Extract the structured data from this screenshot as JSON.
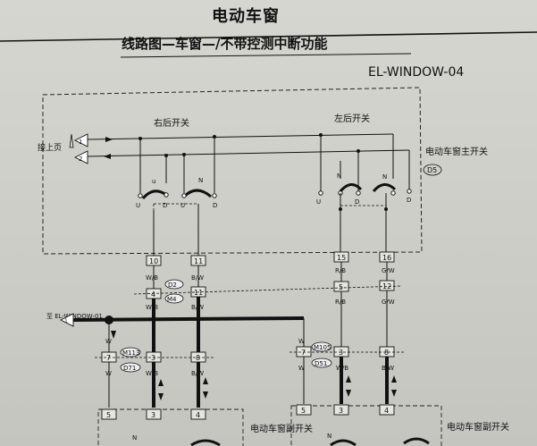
{
  "header": {
    "title": "电动车窗",
    "subtitle": "线路图—车窗—/不带控测中断功能",
    "code": "EL-WINDOW-04"
  },
  "labels": {
    "rr_switch": "右后开关",
    "rl_switch": "左后开关",
    "main_switch": "电动车窗主开关",
    "main_code": "D5",
    "connect_top": "接上页",
    "to_ref": "至 EL-WINDOW-01",
    "sub_sw_r": "电动车窗副开关",
    "sub_sw_l": "电动车窗副开关",
    "conn_d2": "D2",
    "conn_m4": "M4",
    "conn_m113": "M113",
    "conn_d71": "D71",
    "conn_m105": "M105",
    "conn_d51": "D51"
  },
  "pins": {
    "p10": "10",
    "p11": "11",
    "p15": "15",
    "p16": "16",
    "p4": "4",
    "p11b": "11",
    "p5": "5",
    "p12": "12",
    "p7": "7",
    "p3": "3",
    "p8": "8",
    "p7b": "7",
    "p3b": "3",
    "p8b": "8",
    "p5c": "5",
    "p3c": "3",
    "p4c": "4",
    "p5d": "5",
    "p3d": "3",
    "p4d": "4"
  },
  "wires": {
    "wb1": "W/B",
    "bw1": "B/W",
    "rb1": "R/B",
    "gw1": "G/W",
    "wb2": "W/B",
    "bw2": "B/W",
    "rb2": "R/B",
    "gw2": "G/W",
    "w1": "W",
    "w2": "W",
    "w3": "W",
    "wb3": "W/B",
    "bw3": "B/W",
    "w4": "W",
    "w5": "W",
    "wb4": "W/B",
    "bw4": "B/W"
  },
  "switch": {
    "n1": "N",
    "n2": "N",
    "n3": "N",
    "u1": "U",
    "u2": "U",
    "u3": "U",
    "d1": "D",
    "d2": "D",
    "d3": "D",
    "d4": "D",
    "top_u": "u",
    "n4": "N",
    "n5": "N"
  },
  "terminals": {
    "t1": "1",
    "t2": "2"
  }
}
